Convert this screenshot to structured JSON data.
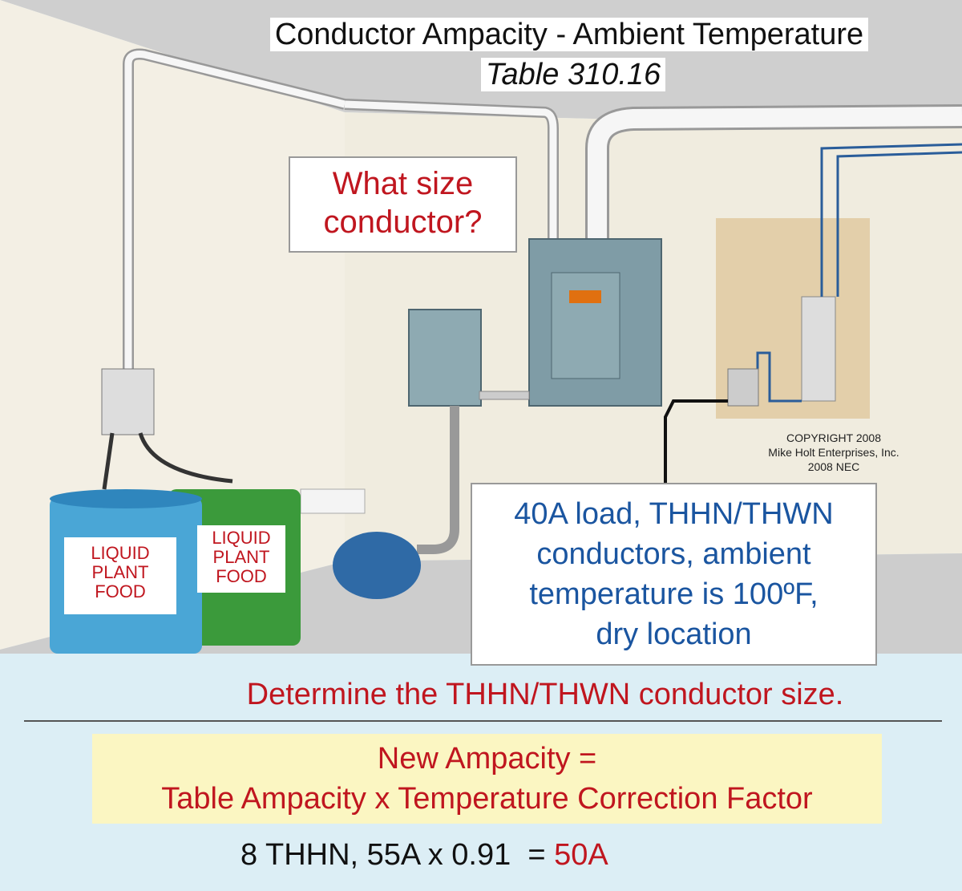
{
  "header": {
    "title": "Conductor Ampacity - Ambient Temperature",
    "subtitle": "Table 310.16"
  },
  "question_bubble": {
    "line1": "What size",
    "line2": "conductor?"
  },
  "info_bubble": {
    "line1": "40A load, THHN/THWN",
    "line2": "conductors, ambient",
    "line3": "temperature is 100ºF,",
    "line4": "dry location"
  },
  "copyright": {
    "line1": "COPYRIGHT 2008",
    "line2": "Mike Holt Enterprises, Inc.",
    "line3": "2008 NEC"
  },
  "tank_labels": {
    "blue": {
      "line1": "LIQUID",
      "line2": "PLANT",
      "line3": "FOOD"
    },
    "green": {
      "line1": "LIQUID",
      "line2": "PLANT",
      "line3": "FOOD"
    }
  },
  "task": "Determine the THHN/THWN conductor size.",
  "formula": {
    "line1": "New Ampacity =",
    "line2": "Table Ampacity x Temperature Correction Factor"
  },
  "result": {
    "prefix": "8 THHN, 55A x 0.91  = ",
    "answer": "50A"
  },
  "colors": {
    "red": "#c0161f",
    "blue_text": "#1a55a0",
    "formula_bg": "#fbf6c2"
  }
}
